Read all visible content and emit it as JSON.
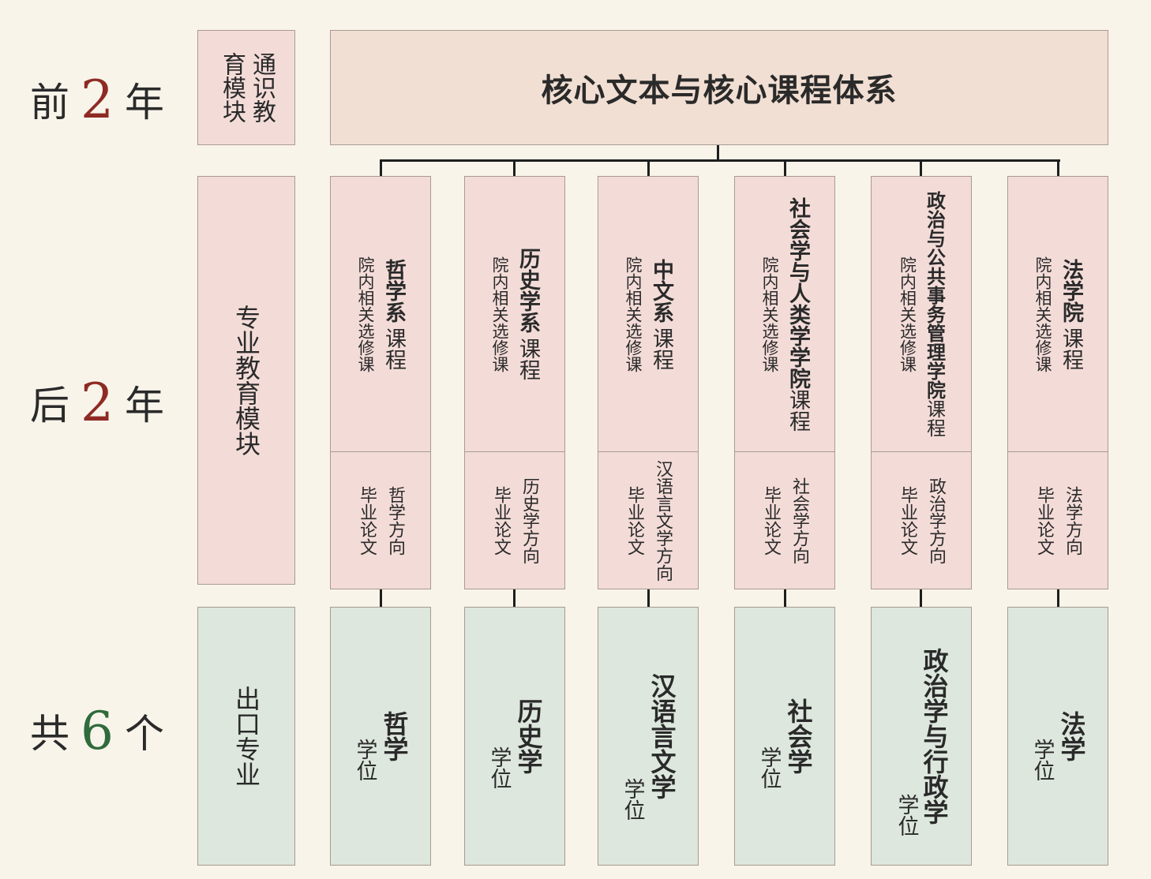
{
  "row_labels": [
    {
      "prefix": "前",
      "num": "2",
      "suffix": "年",
      "color": "#8e2a24"
    },
    {
      "prefix": "后",
      "num": "2",
      "suffix": "年",
      "color": "#8e2a24"
    },
    {
      "prefix": "共",
      "num": "6",
      "suffix": "个",
      "color": "#2f6b3b"
    }
  ],
  "left_modules": {
    "general": {
      "col1": "通识教",
      "col2": "育模块"
    },
    "major": "专业教育模块",
    "exit": "出口专业"
  },
  "top_box": "核心文本与核心课程体系",
  "columns": [
    {
      "course_main": "哲学系",
      "course_tail": "课程",
      "elective": "院内相关选修课",
      "direction": "哲学方向",
      "thesis": "毕业论文",
      "degree_main": "哲学",
      "degree_tail": "学位"
    },
    {
      "course_main": "历史学系",
      "course_tail": "课程",
      "elective": "院内相关选修课",
      "direction": "历史学方向",
      "thesis": "毕业论文",
      "degree_main": "历史学",
      "degree_tail": "学位"
    },
    {
      "course_main": "中文系",
      "course_tail": "课程",
      "elective": "院内相关选修课",
      "direction": "汉语言文学方向",
      "thesis": "毕业论文",
      "degree_main": "汉语言文学",
      "degree_tail": "学位"
    },
    {
      "course_main": "社会学与人类学学院",
      "course_tail": "课程",
      "elective": "院内相关选修课",
      "direction": "社会学方向",
      "thesis": "毕业论文",
      "degree_main": "社会学",
      "degree_tail": "学位"
    },
    {
      "course_main": "政治与公共事务管理学院",
      "course_tail": "课程",
      "elective": "院内相关选修课",
      "direction": "政治学方向",
      "thesis": "毕业论文",
      "degree_main": "政治学与行政学",
      "degree_tail": "学位"
    },
    {
      "course_main": "法学院",
      "course_tail": "课程",
      "elective": "院内相关选修课",
      "direction": "法学方向",
      "thesis": "毕业论文",
      "degree_main": "法学",
      "degree_tail": "学位"
    }
  ],
  "colors": {
    "background": "#f8f4ea",
    "upper_boxes": "#f3dcd8",
    "top_box": "#f2dfd3",
    "degree_boxes": "#dde7dd",
    "connector": "#1e1e1e"
  }
}
